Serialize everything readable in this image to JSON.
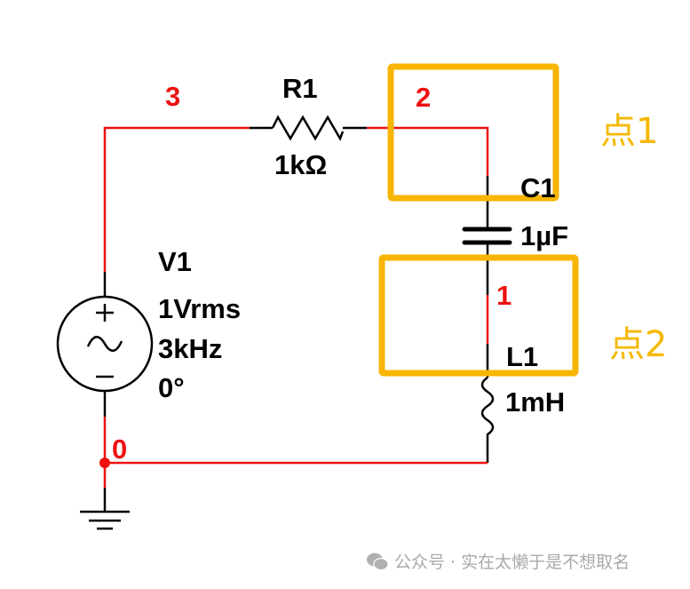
{
  "colors": {
    "wire": "#ee1111",
    "component": "#000000",
    "highlight": "#f7b500",
    "watermark": "#a9a9a9"
  },
  "nodes": {
    "n3": "3",
    "n2": "2",
    "n1": "1",
    "n0": "0"
  },
  "components": {
    "resistor": {
      "ref": "R1",
      "value": "1kΩ"
    },
    "capacitor": {
      "ref": "C1",
      "value": "1µF"
    },
    "inductor": {
      "ref": "L1",
      "value": "1mH"
    },
    "source": {
      "ref": "V1",
      "amplitude": "1Vrms",
      "frequency": "3kHz",
      "phase": "0°"
    }
  },
  "annotations": {
    "point1": "点1",
    "point2": "点2"
  },
  "watermark": {
    "icon": "wechat-icon",
    "text": "公众号 · 实在太懒于是不想取名"
  }
}
